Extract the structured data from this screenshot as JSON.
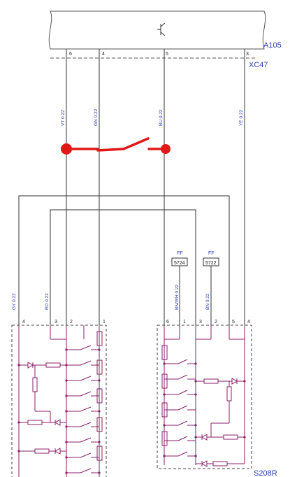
{
  "top_module": {
    "name": "A105",
    "connector": "XC47",
    "transistor_icon": "transistor-symbol-icon",
    "pins": [
      "6",
      "4",
      "5",
      "3"
    ]
  },
  "wires": [
    {
      "label": "VT 0.22"
    },
    {
      "label": "GN 0.22"
    },
    {
      "label": "BU 0.22"
    },
    {
      "label": "YE 0.22"
    },
    {
      "label": "GY 0.22"
    },
    {
      "label": "RD 0.22"
    },
    {
      "label": "BN/WH 0.22"
    },
    {
      "label": "BN 0.22"
    }
  ],
  "splices": [
    {
      "type": "FF",
      "number": "5724"
    },
    {
      "type": "FF",
      "number": "5722"
    }
  ],
  "left_switch": {
    "pins": [
      "4",
      "3",
      "2",
      "1"
    ]
  },
  "right_switch": {
    "name": "S208R",
    "pins": [
      "6",
      "1",
      "3",
      "2",
      "5",
      "4"
    ]
  },
  "annotation": {
    "color": "#e01818",
    "icon": "red-switch-markup-icon"
  }
}
